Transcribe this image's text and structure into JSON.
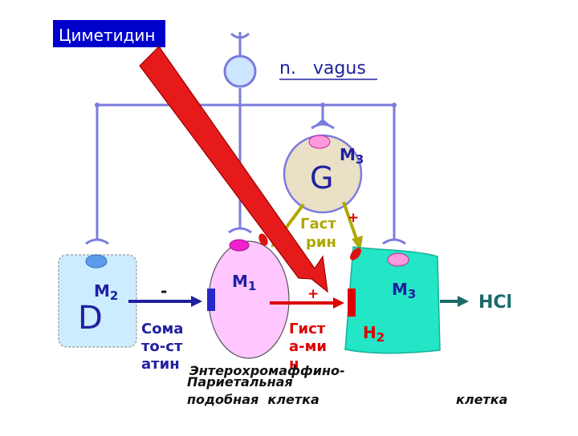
{
  "drug_label": "Циметидин",
  "nerve_label": "n.   vagus",
  "cells": {
    "g_letter": "G",
    "d_letter": "D"
  },
  "receptors": {
    "m3_g": "M",
    "m3_g_sub": "3",
    "m2": "M",
    "m2_sub": "2",
    "m1": "M",
    "m1_sub": "1",
    "m3_p": "M",
    "m3_p_sub": "3",
    "h2": "H",
    "h2_sub": "2"
  },
  "signs": {
    "minus": "-",
    "plus_gastrin": "+",
    "plus_histamine": "+"
  },
  "mediators": {
    "gastrin_line1": "Гаст",
    "gastrin_line2": "рин",
    "somatostatin_line1": "Сома",
    "somatostatin_line2": "то-ст",
    "somatostatin_line3": "атин",
    "histamine_line1": "Гист",
    "histamine_line2": "а-ми",
    "histamine_line3": "н"
  },
  "output": "HCl",
  "captions": {
    "ecl_line1": "Энтерохромаффино-",
    "ecl_line2": "подобная  клетка",
    "parietal_line1": "Париетальная",
    "parietal_line2": "клетка"
  },
  "colors": {
    "nerve": "#7b7bde",
    "gastrin": "#b0a800",
    "histamine": "#dd0000",
    "somatostatin": "#2020a0",
    "hcl": "#1a6a6a",
    "parietal": "#22e6c6",
    "ecl_cell": "#ffc6ff",
    "g_cell": "#e9e0c6",
    "d_cell": "#ccecff",
    "drug_box": "#0000cc"
  }
}
